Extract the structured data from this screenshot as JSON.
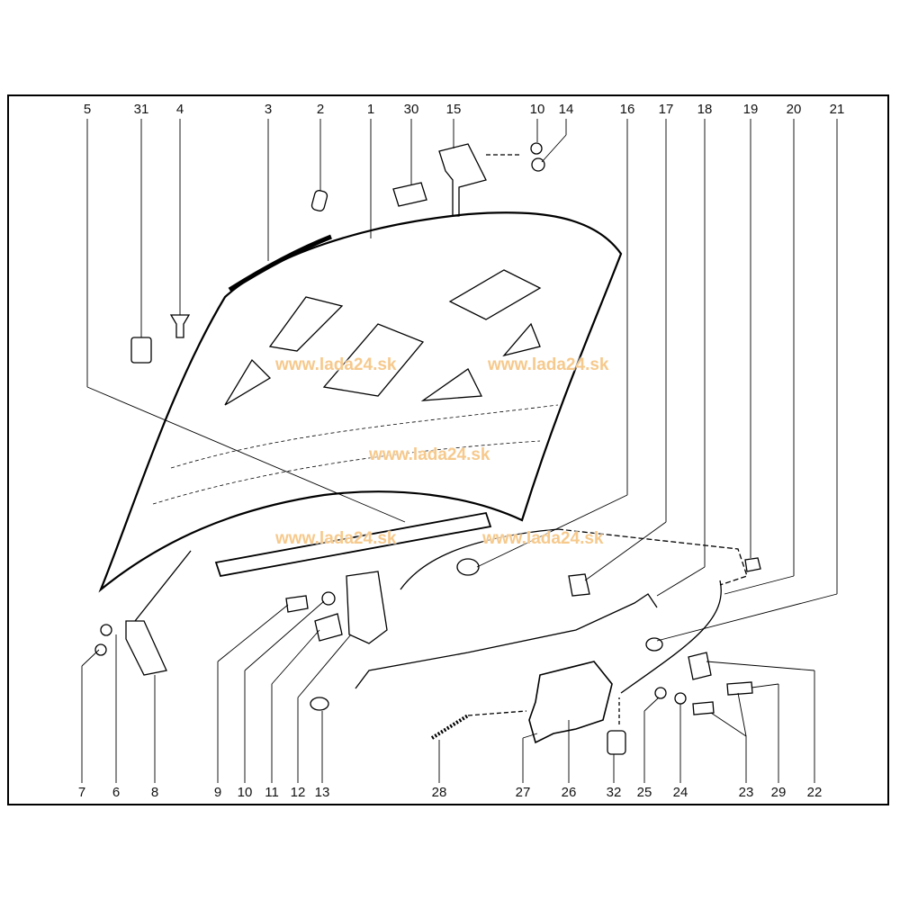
{
  "watermark": "www.lada24.sk",
  "watermarks": [
    "www.lada24.sk",
    "www.lada24.sk",
    "www.lada24.sk",
    "www.lada24.sk",
    "www.lada24.sk"
  ],
  "labels_top": [
    "5",
    "31",
    "4",
    "3",
    "2",
    "1",
    "30",
    "15",
    "10",
    "14",
    "16",
    "17",
    "18",
    "19",
    "20",
    "21"
  ],
  "labels_bottom": [
    "7",
    "6",
    "8",
    "9",
    "10",
    "11",
    "12",
    "13",
    "28",
    "27",
    "26",
    "32",
    "25",
    "24",
    "23",
    "29",
    "22"
  ],
  "colors": {
    "line": "#000000",
    "watermark": "#f6c98c"
  }
}
